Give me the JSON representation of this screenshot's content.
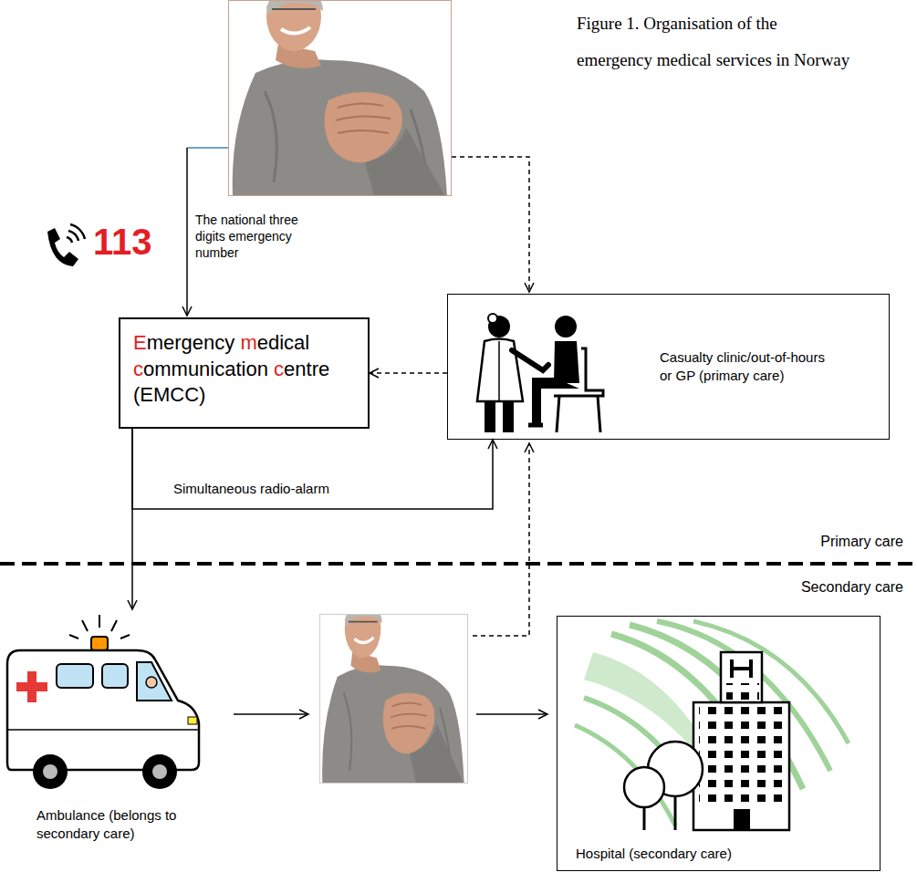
{
  "diagram": {
    "caption": "Figure 1. Organisation of the emergency medical services in Norway",
    "nodes": [
      {
        "text": [
          "Emergency medical communication centre (EMCC)"
        ]
      },
      {
        "text": [
          "Casualty clinic/out-of-hours or GP (primary care)"
        ]
      },
      {
        "text": [
          "Ambulance (belongs to secondary care)"
        ]
      },
      {
        "text": [
          "Hospital (secondary care)"
        ]
      }
    ],
    "edges": [
      {
        "from": 1,
        "to": 0,
        "arrow": "to"
      },
      {
        "from": 0,
        "to": 1,
        "arrow": "to",
        "label": "Simultaneous radio-alarm"
      },
      {
        "from": 0,
        "to": 2,
        "arrow": "to"
      }
    ],
    "labels": [
      "113",
      "The national three digits emergency number",
      "Primary care",
      "Secondary care"
    ]
  }
}
